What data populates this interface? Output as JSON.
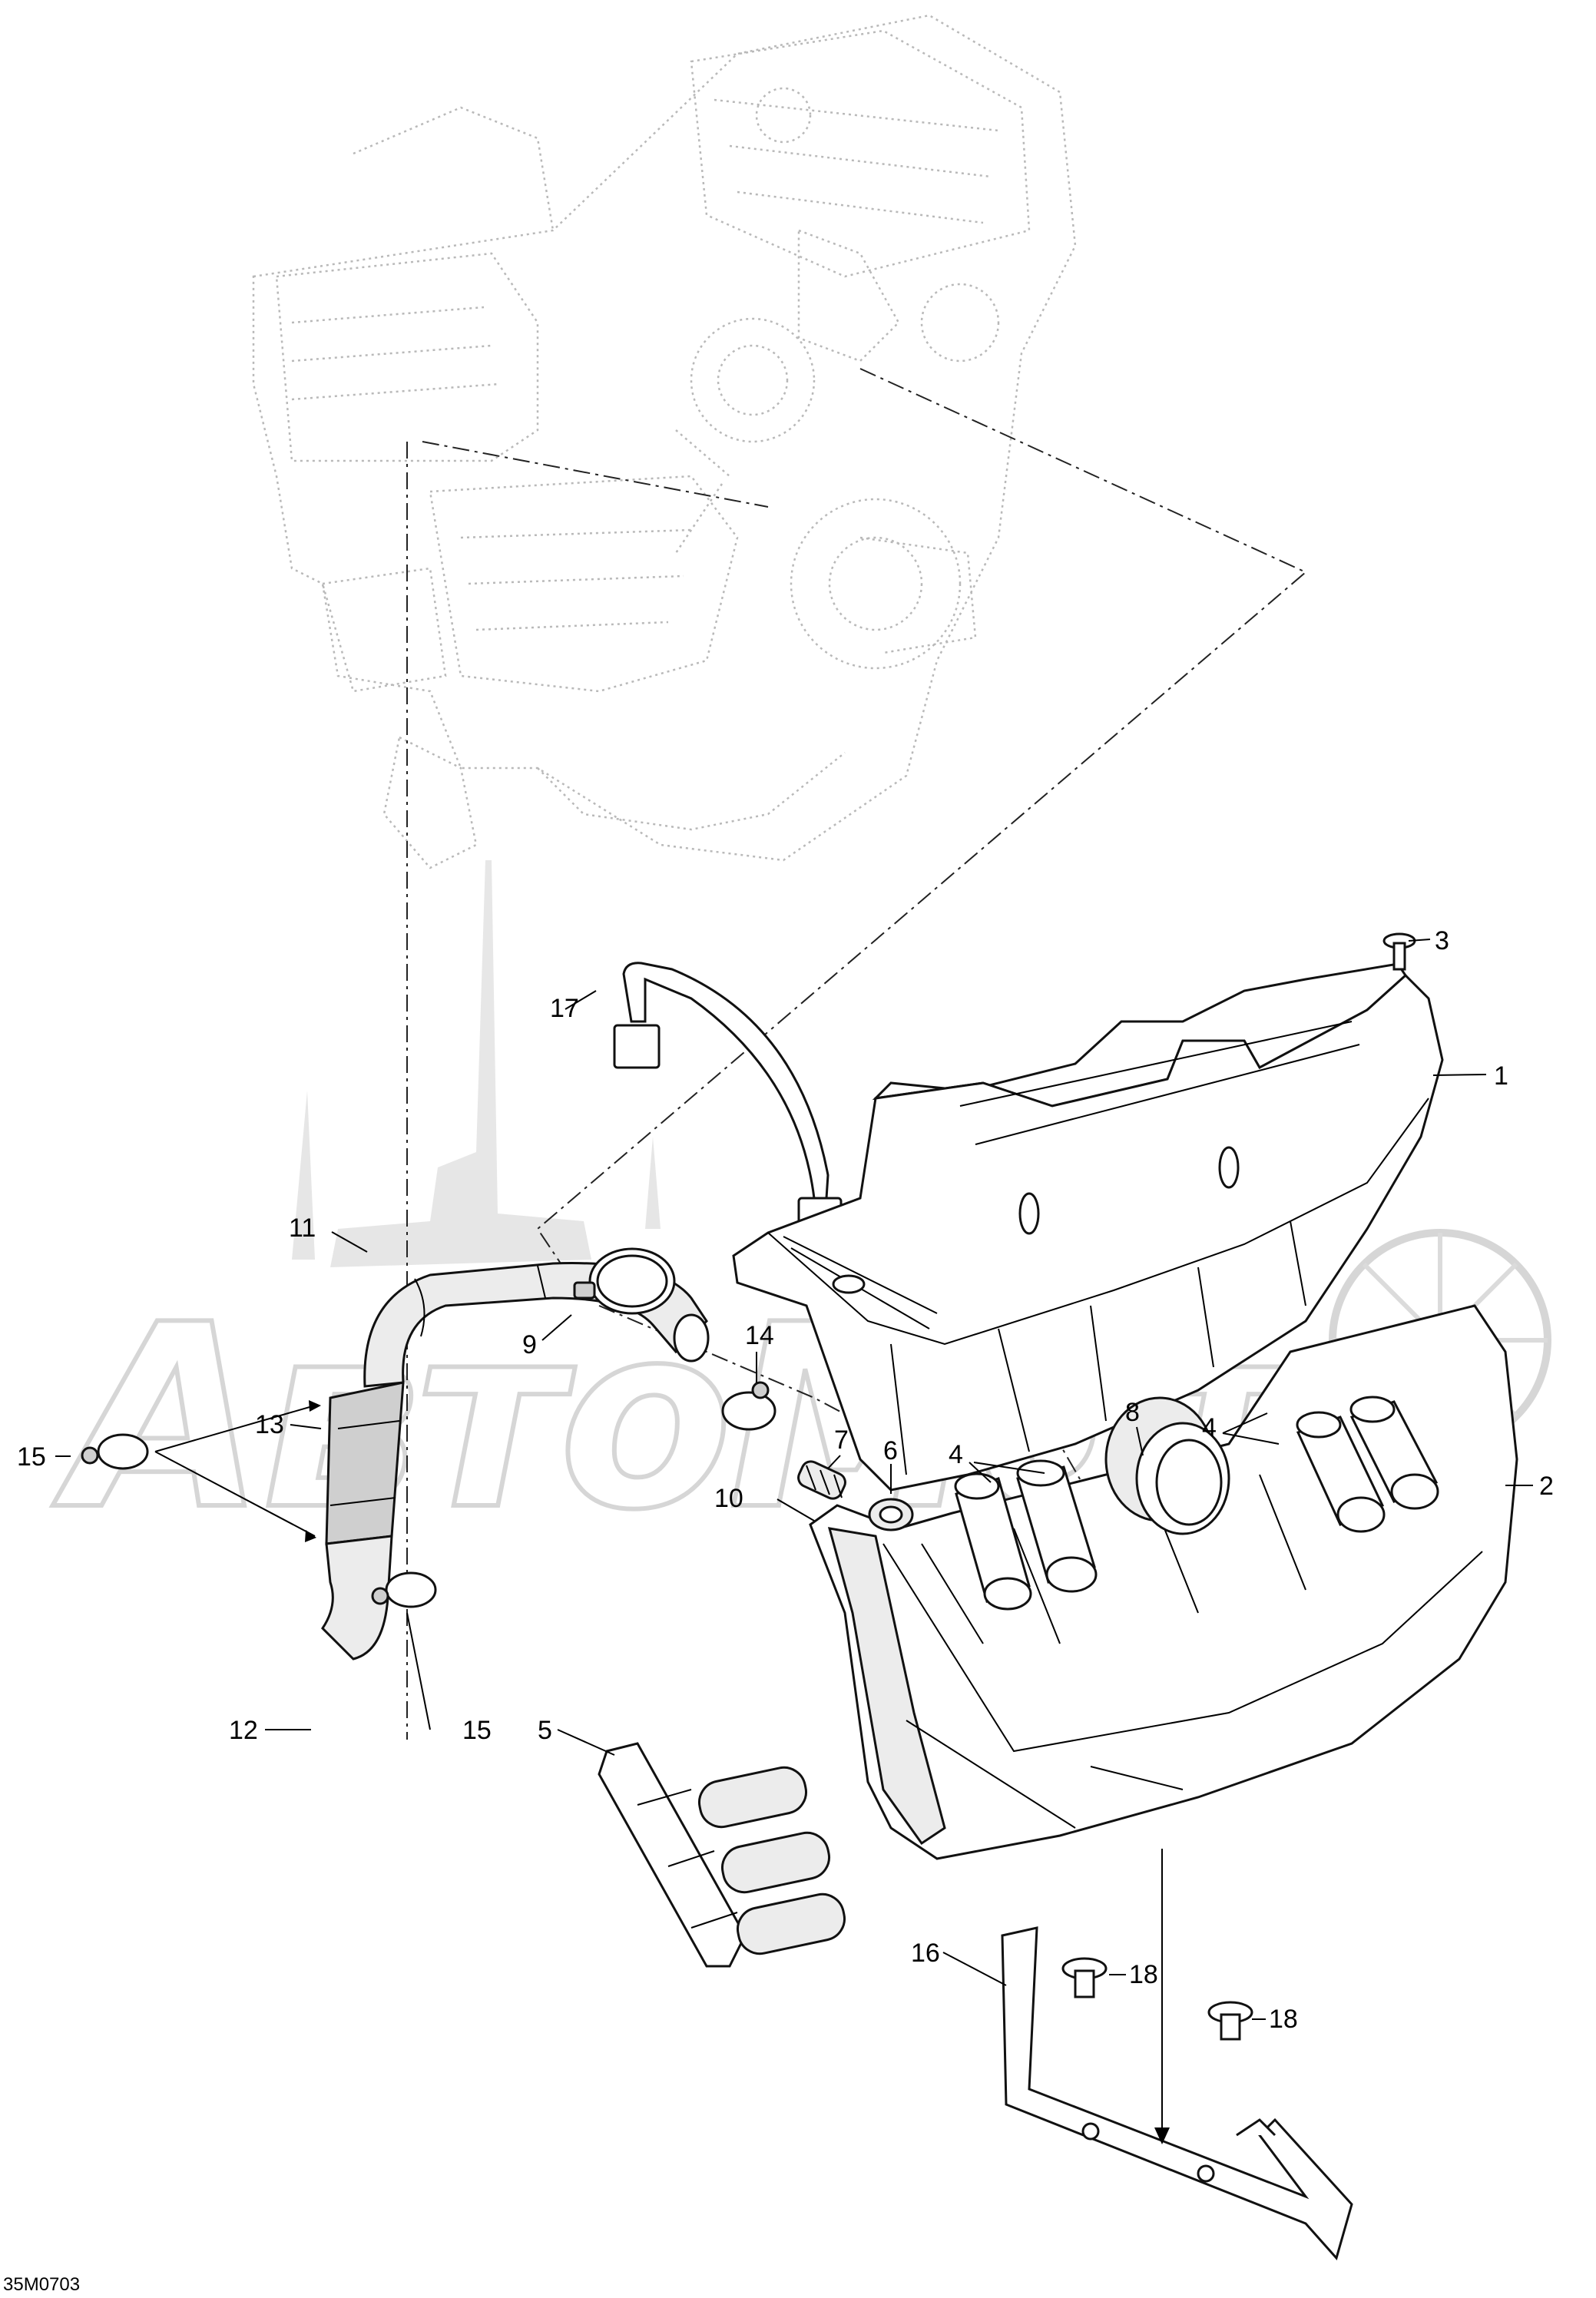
{
  "diagram": {
    "reference_code": "35M0703",
    "watermark_text": "АвтоМото",
    "callouts": [
      {
        "id": "c1",
        "label": "1"
      },
      {
        "id": "c2",
        "label": "2"
      },
      {
        "id": "c3",
        "label": "3"
      },
      {
        "id": "c4a",
        "label": "4"
      },
      {
        "id": "c4b",
        "label": "4"
      },
      {
        "id": "c5",
        "label": "5"
      },
      {
        "id": "c6",
        "label": "6"
      },
      {
        "id": "c7",
        "label": "7"
      },
      {
        "id": "c8",
        "label": "8"
      },
      {
        "id": "c9",
        "label": "9"
      },
      {
        "id": "c10",
        "label": "10"
      },
      {
        "id": "c11",
        "label": "11"
      },
      {
        "id": "c12",
        "label": "12"
      },
      {
        "id": "c13",
        "label": "13"
      },
      {
        "id": "c14",
        "label": "14"
      },
      {
        "id": "c15a",
        "label": "15"
      },
      {
        "id": "c15b",
        "label": "15"
      },
      {
        "id": "c16",
        "label": "16"
      },
      {
        "id": "c17",
        "label": "17"
      },
      {
        "id": "c18a",
        "label": "18"
      },
      {
        "id": "c18b",
        "label": "18"
      }
    ]
  }
}
